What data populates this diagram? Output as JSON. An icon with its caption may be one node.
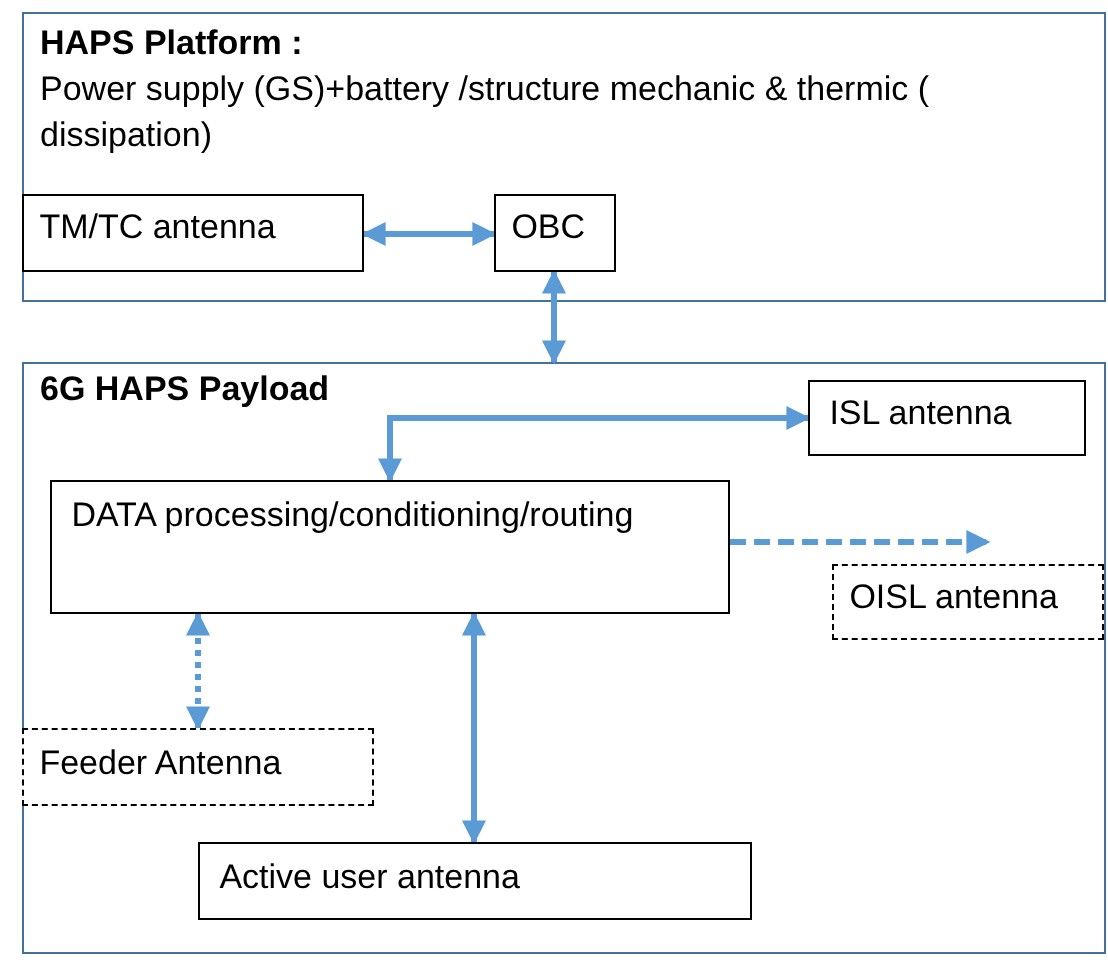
{
  "diagram": {
    "nodes": [
      {
        "text": [
          "HAPS Platform :",
          "Power supply (GS)+battery /structure mechanic & thermic ( dissipation)"
        ]
      },
      {
        "text": [
          "TM/TC antenna"
        ],
        "in": 0
      },
      {
        "text": [
          "OBC"
        ],
        "in": 0
      },
      {
        "text": [
          "6G HAPS Payload"
        ]
      },
      {
        "text": [
          "ISL antenna"
        ],
        "in": 3
      },
      {
        "text": [
          "DATA processing/conditioning/routing"
        ],
        "in": 3
      },
      {
        "text": [
          "OISL antenna"
        ],
        "in": 3
      },
      {
        "text": [
          "Feeder Antenna"
        ],
        "in": 3
      },
      {
        "text": [
          "Active user antenna"
        ],
        "in": 3
      }
    ],
    "edges": [
      {
        "from": 1,
        "to": 2,
        "arrow": "both"
      },
      {
        "from": 2,
        "to": 3,
        "arrow": "both"
      },
      {
        "from": 4,
        "to": 5,
        "arrow": "both"
      },
      {
        "from": 5,
        "to": 6,
        "arrow": "to",
        "style": "dashed"
      },
      {
        "from": 5,
        "to": 7,
        "arrow": "both",
        "style": "dashed"
      },
      {
        "from": 5,
        "to": 8,
        "arrow": "both"
      }
    ]
  }
}
